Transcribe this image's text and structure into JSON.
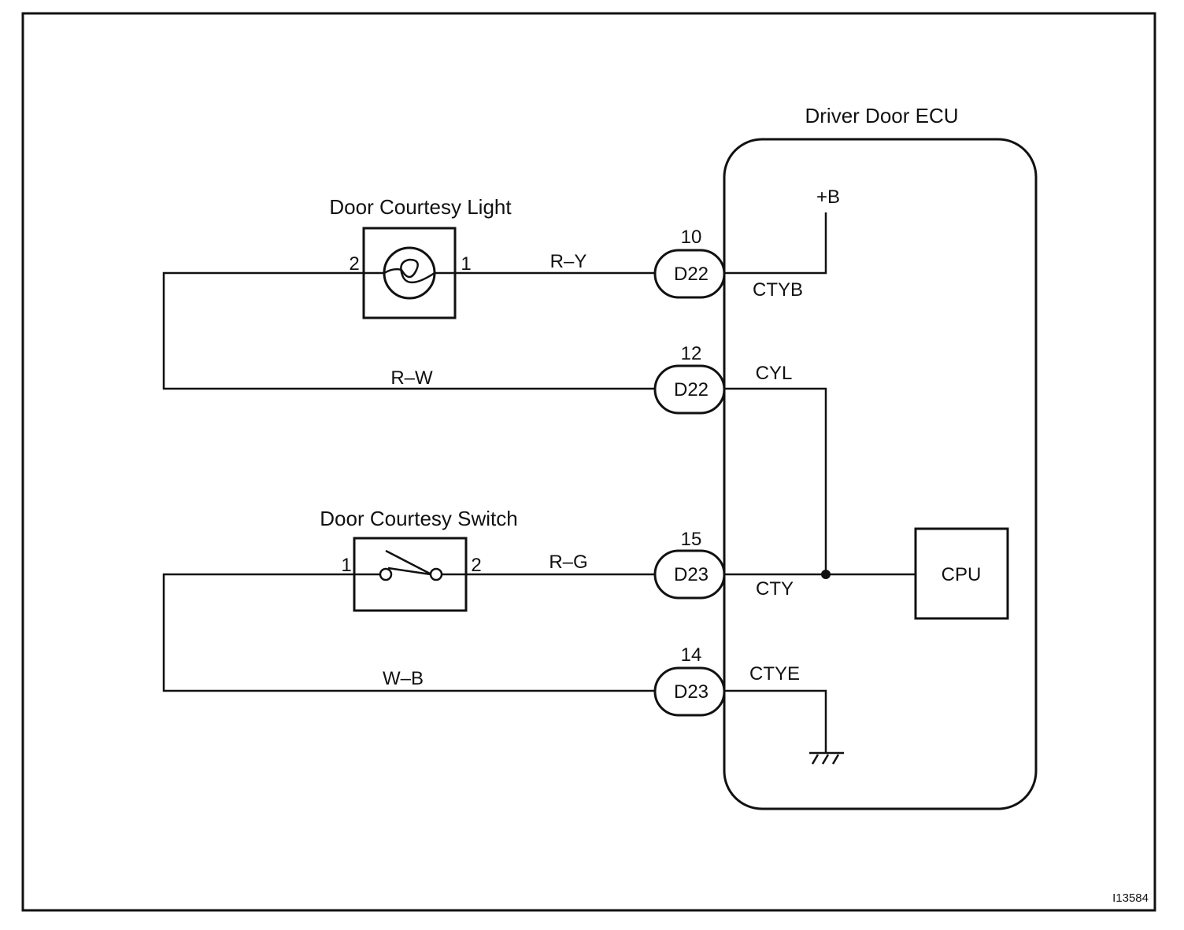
{
  "ecu": {
    "title": "Driver Door ECU"
  },
  "light": {
    "title": "Door Courtesy Light",
    "pin_left": "2",
    "pin_right": "1"
  },
  "switch": {
    "title": "Door Courtesy Switch",
    "pin_left": "1",
    "pin_right": "2"
  },
  "wires": {
    "ry": "R–Y",
    "rw": "R–W",
    "rg": "R–G",
    "wb": "W–B"
  },
  "connectors": [
    {
      "pin": "10",
      "name": "D22",
      "signal": "CTYB"
    },
    {
      "pin": "12",
      "name": "D22",
      "signal": "CYL"
    },
    {
      "pin": "15",
      "name": "D23",
      "signal": "CTY"
    },
    {
      "pin": "14",
      "name": "D23",
      "signal": "CTYE"
    }
  ],
  "power": {
    "label": "+B"
  },
  "cpu": {
    "label": "CPU"
  },
  "figure_id": "I13584"
}
